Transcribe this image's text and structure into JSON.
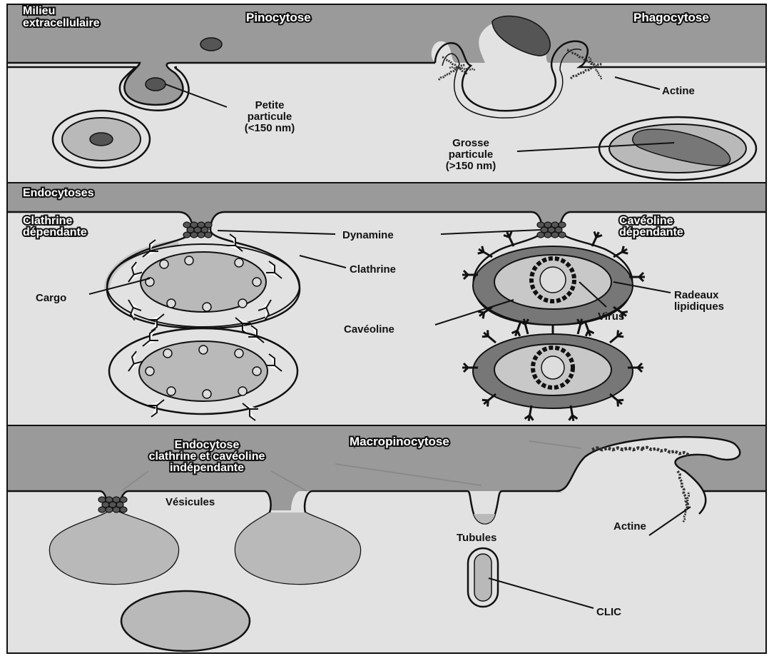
{
  "panel1": {
    "milieu_line1": "Milieu",
    "milieu_line2": "extracellulaire",
    "pinocytose": "Pinocytose",
    "phagocytose": "Phagocytose",
    "petite_line1": "Petite",
    "petite_line2": "particule",
    "petite_line3": "(<150 nm)",
    "grosse_line1": "Grosse",
    "grosse_line2": "particule",
    "grosse_line3": "(>150 nm)",
    "actine": "Actine"
  },
  "panel2": {
    "endocytoses": "Endocytoses",
    "clathrine_dep_line1": "Clathrine",
    "clathrine_dep_line2": "dépendante",
    "caveoline_dep_line1": "Cavéoline",
    "caveoline_dep_line2": "dépendante",
    "dynamine": "Dynamine",
    "clathrine": "Clathrine",
    "cargo": "Cargo",
    "radeaux_line1": "Radeaux",
    "radeaux_line2": "lipidiques",
    "virus": "Virus",
    "caveoline": "Cavéoline"
  },
  "panel3": {
    "macropinocytose": "Macropinocytose",
    "endo_line1": "Endocytose",
    "endo_line2": "clathrine et cavéoline",
    "endo_line3": "indépendante",
    "vesicules": "Vésicules",
    "tubules": "Tubules",
    "actine": "Actine",
    "clic": "CLIC"
  },
  "colors": {
    "extracellular": "#9a9a9a",
    "cytoplasm": "#e2e2e2",
    "vesicle_fill": "#b9b9b9",
    "particle": "#555555"
  }
}
